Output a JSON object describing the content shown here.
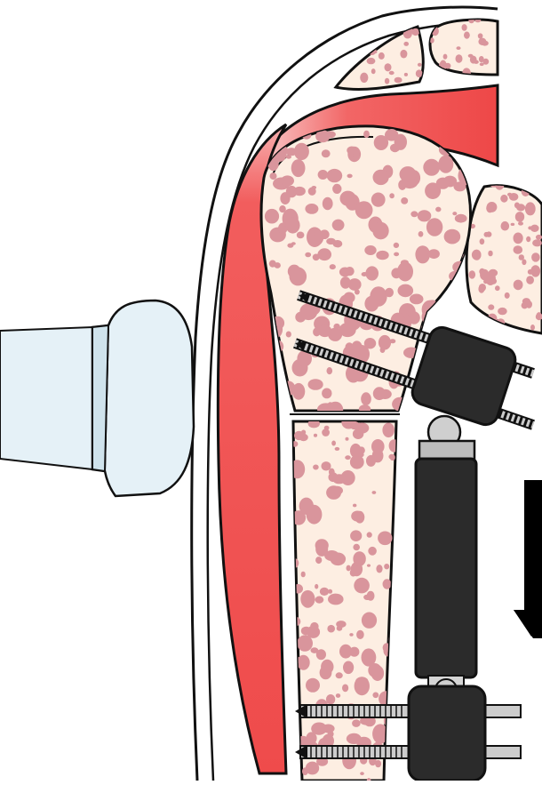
{
  "figure": {
    "subject": "shoulder-humerus-with-external-fixator",
    "colors": {
      "background": "#ffffff",
      "outline": "#111111",
      "bone_fill": "#fdeee2",
      "bone_spot": "#d9959c",
      "muscle": "#f15a5a",
      "muscle_highlight": "#f7a7a7",
      "probe_fill": "#e5f1f7",
      "probe_shade": "#cfe3ec",
      "fixator": "#2b2b2b",
      "pin": "#cccccc",
      "arrow": "#000000"
    },
    "parts": [
      "skin-outline",
      "deltoid-muscle",
      "humeral-head",
      "humeral-shaft",
      "scapula-glenoid",
      "acromion",
      "clavicle",
      "ultrasound-probe",
      "proximal-pins",
      "distal-pins",
      "proximal-clamp",
      "distal-clamp",
      "distraction-rod",
      "distraction-direction-arrow"
    ],
    "arrow_direction": "down"
  }
}
